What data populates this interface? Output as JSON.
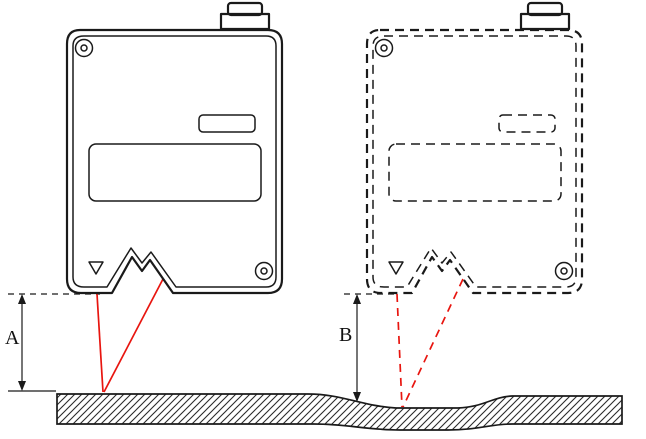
{
  "diagram": {
    "labels": {
      "left_distance": "A",
      "right_distance": "B"
    },
    "colors": {
      "outline": "#1a1a1a",
      "laser": "#e8150f",
      "surface_hatch": "#2b2b2b",
      "background": "#ffffff"
    },
    "sensors": {
      "left": {
        "style": "solid",
        "beam": "solid-red"
      },
      "right": {
        "style": "dashed",
        "beam": "dashed-red"
      }
    }
  }
}
